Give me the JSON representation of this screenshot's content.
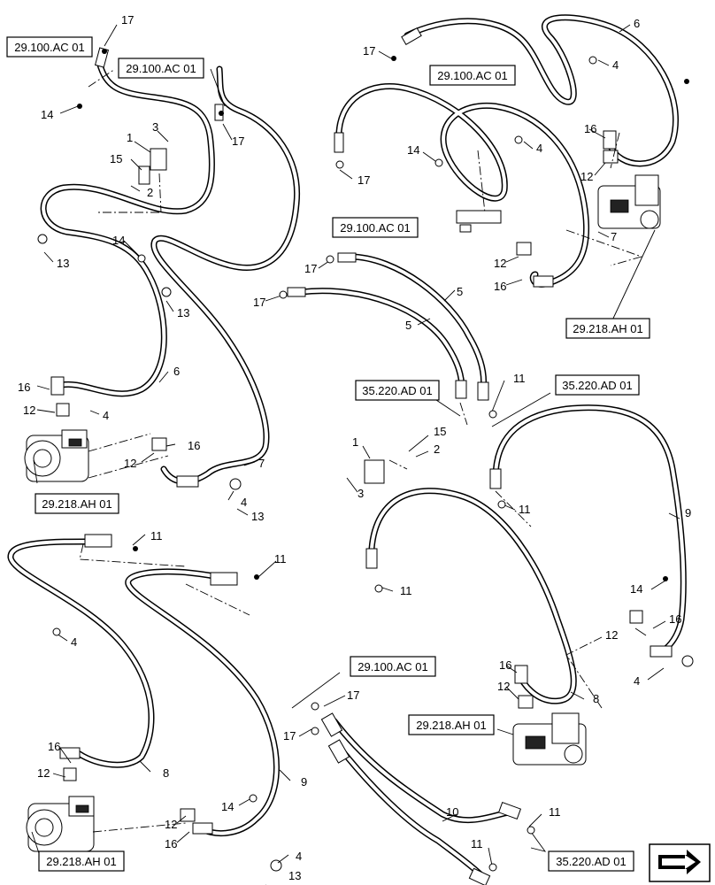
{
  "references": {
    "r1": "29.100.AC 01",
    "r2": "29.100.AC 01",
    "r3": "29.100.AC 01",
    "r4": "29.100.AC 01",
    "r5": "29.100.AC 01",
    "r6": "29.218.AH 01",
    "r7": "29.218.AH 01",
    "r8": "29.218.AH 01",
    "r9": "29.218.AH 01",
    "r10": "35.220.AD 01",
    "r11": "35.220.AD 01",
    "r12": "35.220.AD 01"
  },
  "callouts": {
    "c1": "17",
    "c2": "17",
    "c3": "14",
    "c4": "3",
    "c5": "1",
    "c6": "15",
    "c7": "2",
    "c8": "13",
    "c9": "14",
    "c10": "13",
    "c11": "6",
    "c12": "16",
    "c13": "12",
    "c14": "4",
    "c15": "16",
    "c16": "12",
    "c17": "7",
    "c18": "4",
    "c19": "13",
    "c20": "17",
    "c21": "6",
    "c22": "4",
    "c23": "14",
    "c24": "17",
    "c25": "4",
    "c26": "16",
    "c27": "12",
    "c28": "7",
    "c29": "12",
    "c30": "16",
    "c31": "17",
    "c32": "17",
    "c33": "5",
    "c34": "5",
    "c35": "11",
    "c36": "1",
    "c37": "15",
    "c38": "2",
    "c39": "3",
    "c40": "11",
    "c41": "11",
    "c42": "9",
    "c43": "14",
    "c44": "16",
    "c45": "12",
    "c46": "4",
    "c47": "16",
    "c48": "12",
    "c49": "8",
    "c50": "11",
    "c51": "11",
    "c52": "4",
    "c53": "16",
    "c54": "12",
    "c55": "8",
    "c56": "9",
    "c57": "14",
    "c58": "12",
    "c59": "16",
    "c60": "4",
    "c61": "13",
    "c62": "17",
    "c63": "17",
    "c64": "10",
    "c65": "11",
    "c66": "11"
  },
  "icons": {
    "nav": "next-view-arrow-icon"
  }
}
